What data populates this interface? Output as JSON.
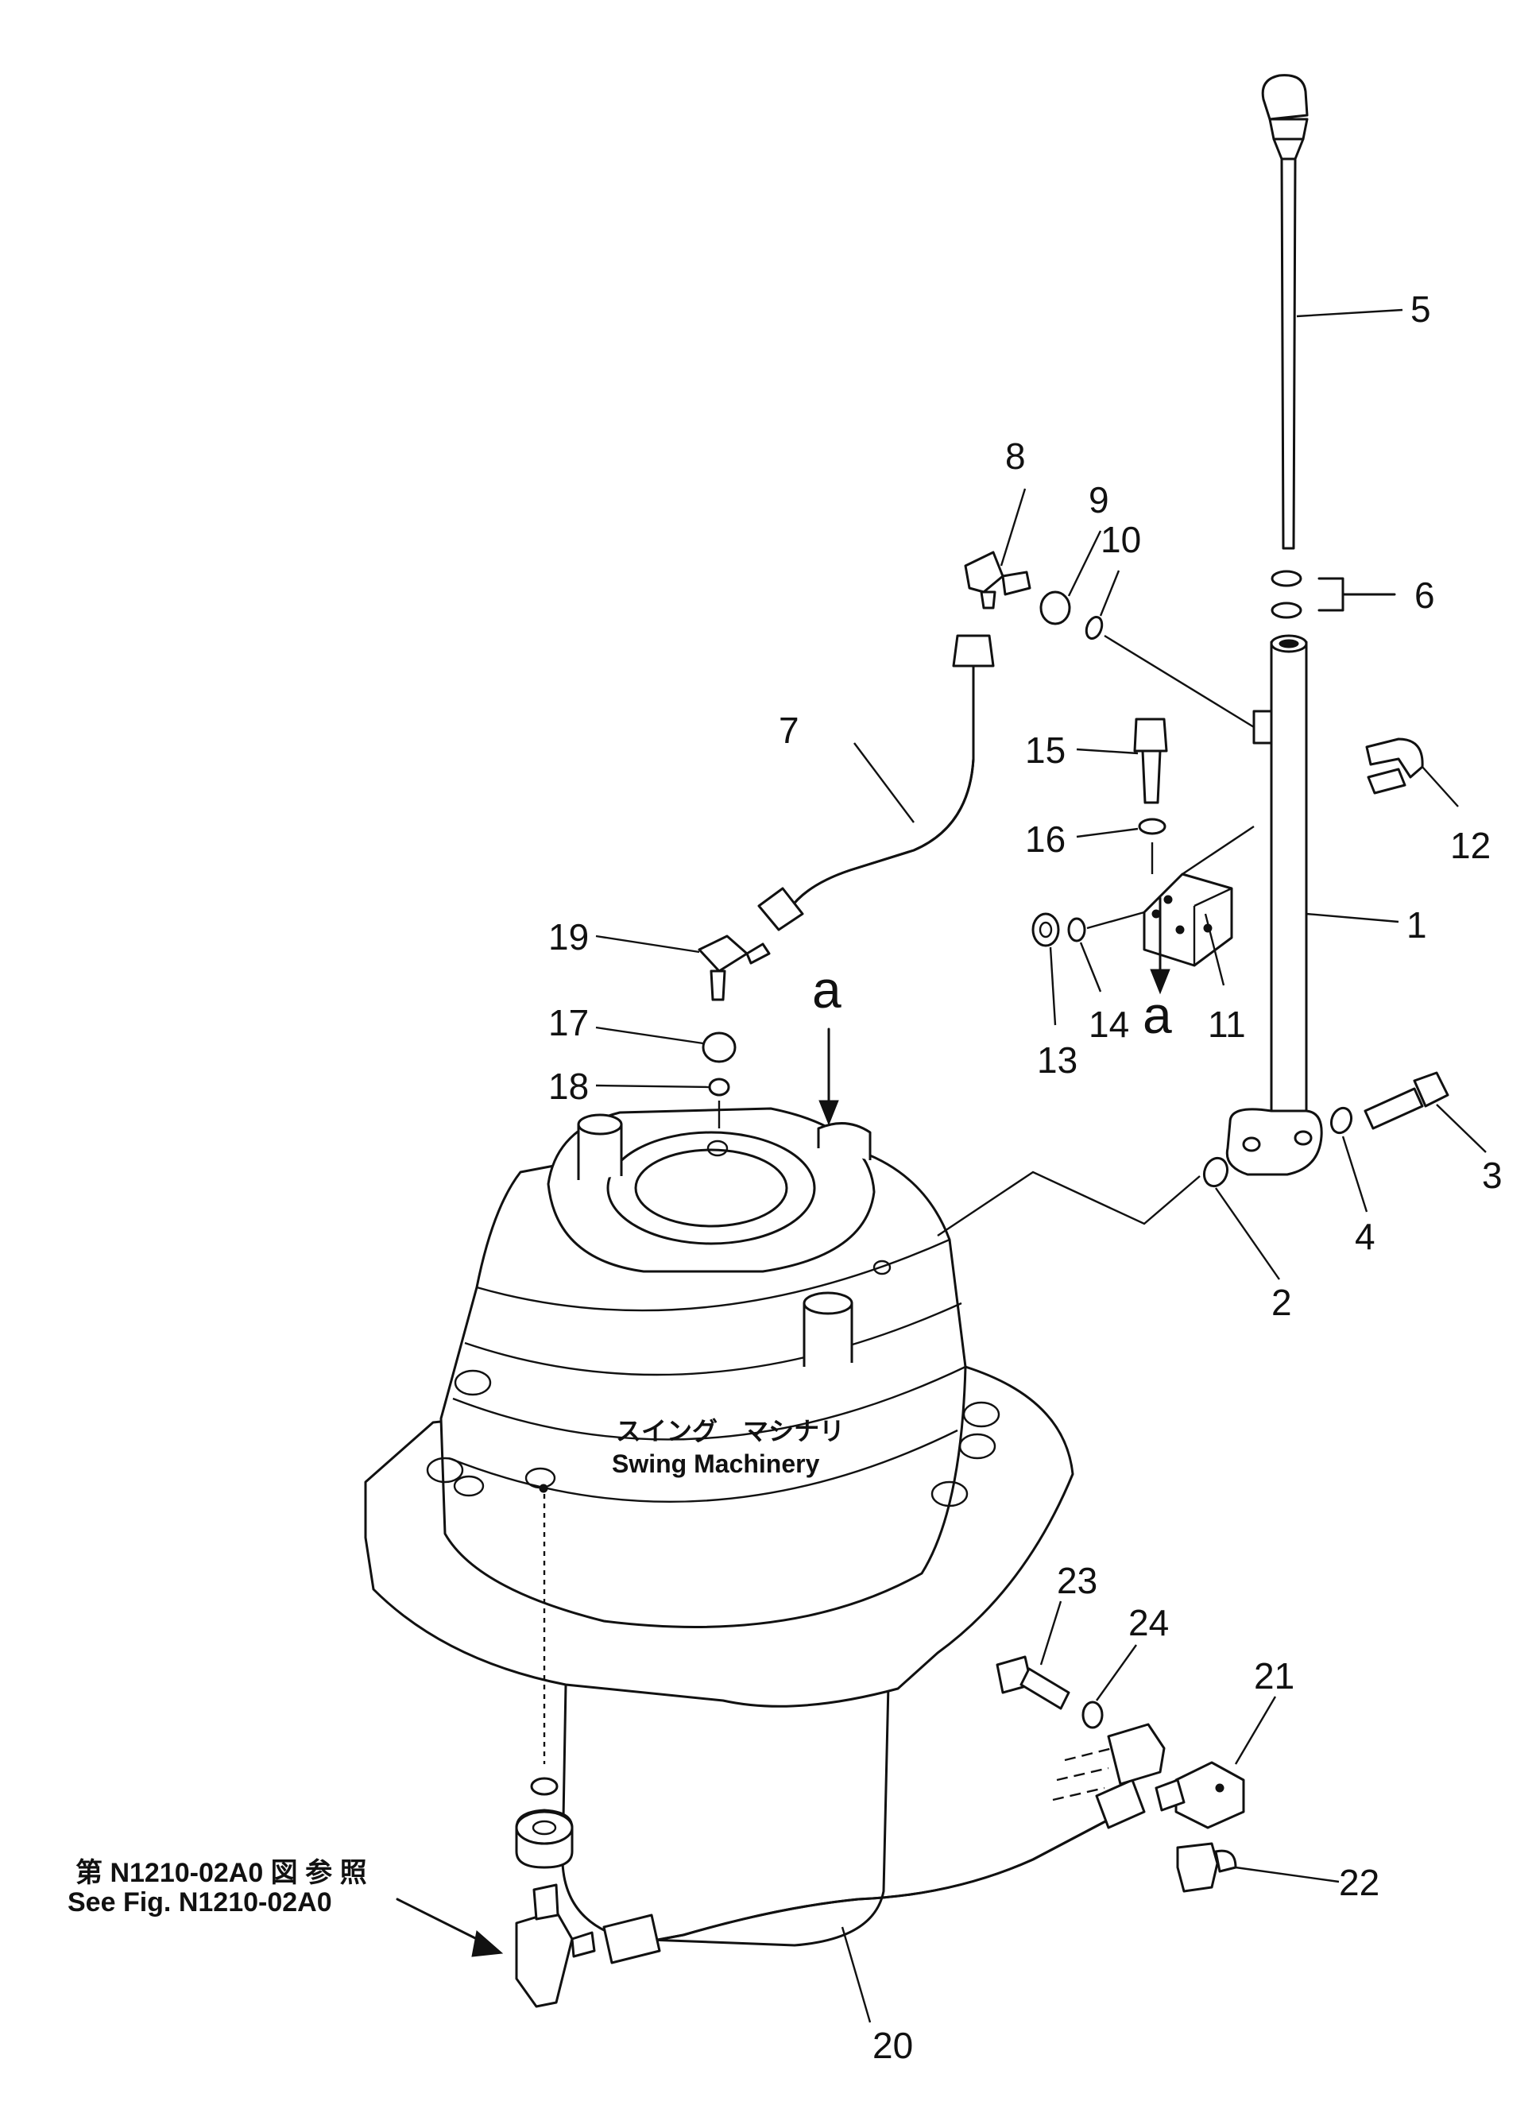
{
  "diagram": {
    "callouts": [
      {
        "id": "c1",
        "label": "1"
      },
      {
        "id": "c2",
        "label": "2"
      },
      {
        "id": "c3",
        "label": "3"
      },
      {
        "id": "c4",
        "label": "4"
      },
      {
        "id": "c5",
        "label": "5"
      },
      {
        "id": "c6",
        "label": "6"
      },
      {
        "id": "c7",
        "label": "7"
      },
      {
        "id": "c8",
        "label": "8"
      },
      {
        "id": "c9",
        "label": "9"
      },
      {
        "id": "c10",
        "label": "10"
      },
      {
        "id": "c11",
        "label": "11"
      },
      {
        "id": "c12",
        "label": "12"
      },
      {
        "id": "c13",
        "label": "13"
      },
      {
        "id": "c14",
        "label": "14"
      },
      {
        "id": "c15",
        "label": "15"
      },
      {
        "id": "c16",
        "label": "16"
      },
      {
        "id": "c17",
        "label": "17"
      },
      {
        "id": "c18",
        "label": "18"
      },
      {
        "id": "c19",
        "label": "19"
      },
      {
        "id": "c20",
        "label": "20"
      },
      {
        "id": "c21",
        "label": "21"
      },
      {
        "id": "c22",
        "label": "22"
      },
      {
        "id": "c23",
        "label": "23"
      },
      {
        "id": "c24",
        "label": "24"
      }
    ],
    "view_marker": "a",
    "machinery_label_jp": "スイング　マシナリ",
    "machinery_label_en": "Swing Machinery",
    "reference_note_jp": "第 N1210-02A0 図 参 照",
    "reference_note_en": "See Fig. N1210-02A0"
  }
}
